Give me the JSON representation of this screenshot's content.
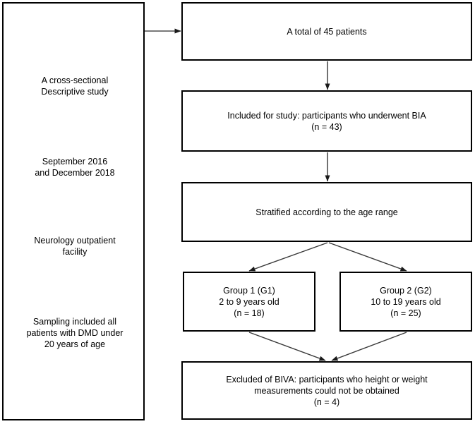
{
  "figure": {
    "type": "flowchart",
    "orientation": "top-to-bottom"
  },
  "side_panel": {
    "notes": [
      "A cross-sectional\nDescriptive study",
      "September 2016\nand December 2018",
      "Neurology outpatient\nfacility",
      "Sampling included all\npatients with DMD under\n20 years of age"
    ]
  },
  "flow": {
    "nodes": [
      {
        "id": "total",
        "text": "A total of 45 patients",
        "count": 45
      },
      {
        "id": "included",
        "text": "Included for study: participants who underwent BIA\n(n = 43)",
        "count": 43
      },
      {
        "id": "stratified",
        "text": "Stratified according to the age range"
      },
      {
        "id": "group1",
        "text": "Group 1 (G1)\n2 to 9 years old\n(n = 18)",
        "count": 18
      },
      {
        "id": "group2",
        "text": "Group 2 (G2)\n10 to 19 years old\n(n = 25)",
        "count": 25
      },
      {
        "id": "excluded",
        "text": "Excluded of BIVA: participants who height or weight\nmeasurements could not be obtained\n(n = 4)",
        "count": 4
      }
    ],
    "edges": [
      {
        "from": "side-panel",
        "to": "total",
        "style": "arrow-right"
      },
      {
        "from": "total",
        "to": "included",
        "style": "arrow-down"
      },
      {
        "from": "included",
        "to": "stratified",
        "style": "arrow-down"
      },
      {
        "from": "stratified",
        "to": "group1",
        "style": "arrow-diagonal-left"
      },
      {
        "from": "stratified",
        "to": "group2",
        "style": "arrow-diagonal-right"
      },
      {
        "from": "group1",
        "to": "excluded",
        "style": "arrow-diagonal-right"
      },
      {
        "from": "group2",
        "to": "excluded",
        "style": "arrow-diagonal-left"
      }
    ]
  },
  "colors": {
    "stroke": "#000000",
    "connector": "#3a3a3a",
    "background": "#ffffff",
    "text": "#000000"
  }
}
